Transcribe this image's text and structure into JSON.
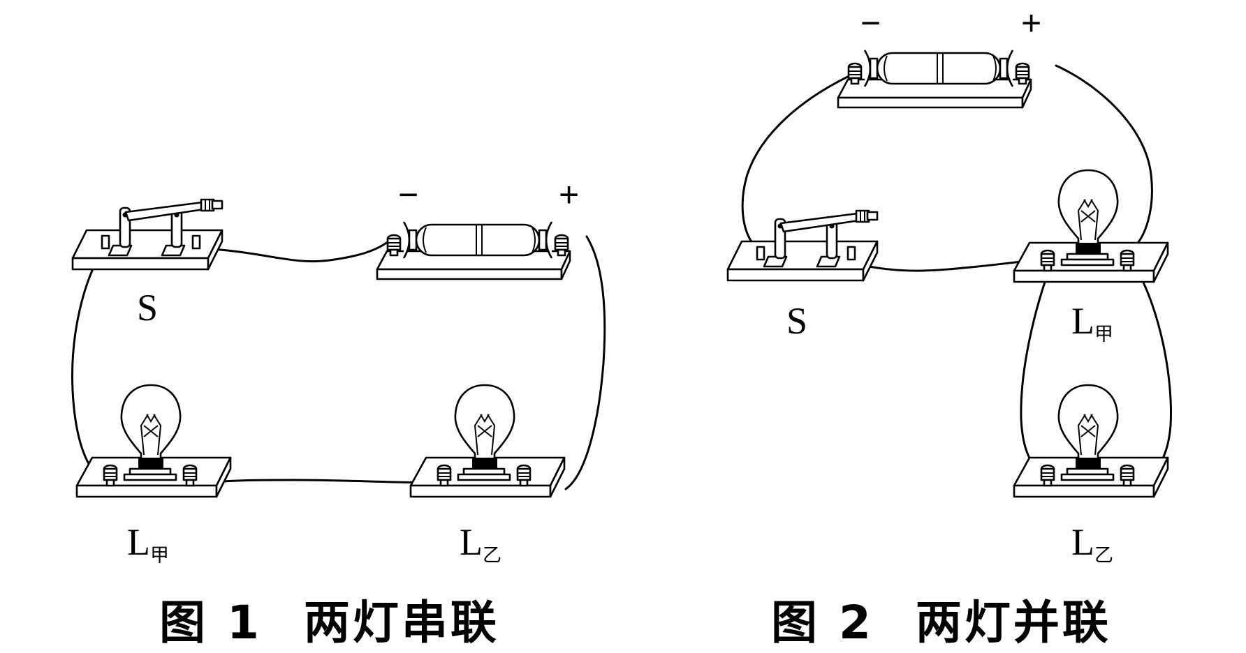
{
  "figure1": {
    "caption_num": "图 1",
    "caption_title": "两灯串联",
    "switch_label": "S",
    "lamp_a_main": "L",
    "lamp_a_sub": "甲",
    "lamp_b_main": "L",
    "lamp_b_sub": "乙",
    "battery_minus": "−",
    "battery_plus": "+"
  },
  "figure2": {
    "caption_num": "图 2",
    "caption_title": "两灯并联",
    "switch_label": "S",
    "lamp_a_main": "L",
    "lamp_a_sub": "甲",
    "lamp_b_main": "L",
    "lamp_b_sub": "乙",
    "battery_minus": "−",
    "battery_plus": "+"
  }
}
